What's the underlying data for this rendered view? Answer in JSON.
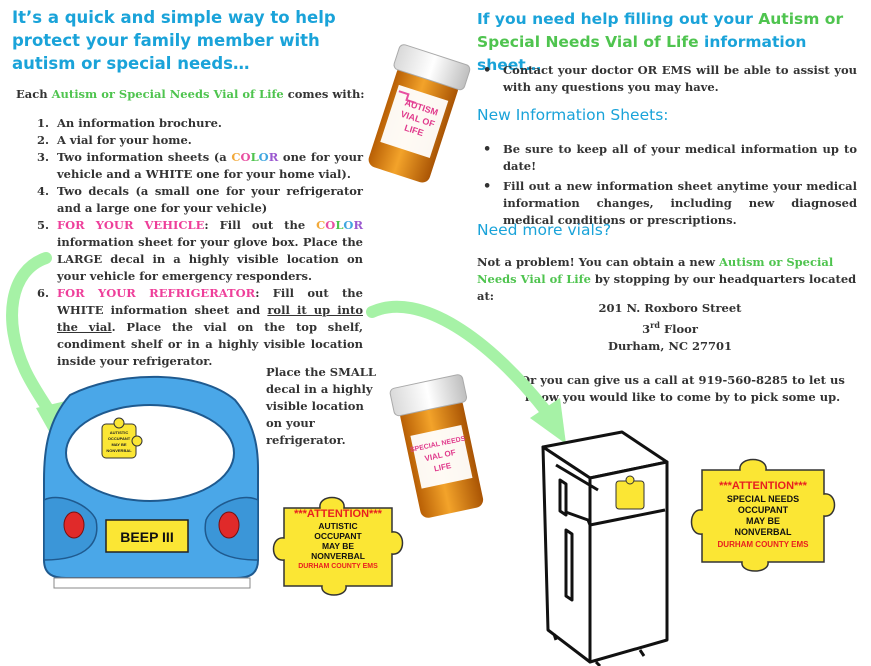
{
  "left": {
    "heading": "It’s a quick and simple way to help protect your family member with autism or special needs…",
    "intro_prefix": "Each ",
    "intro_highlight": "Autism or Special Needs Vial of Life",
    "intro_suffix": " comes with:",
    "steps": [
      {
        "num": "1.",
        "text": "An information brochure."
      },
      {
        "num": "2.",
        "text": "A vial for your home."
      },
      {
        "num": "3.",
        "text_a": "Two information sheets (a ",
        "color_word": [
          "C",
          "O",
          "L",
          "O",
          "R"
        ],
        "text_b": " one for your vehicle and a WHITE one for your home vial)."
      },
      {
        "num": "4.",
        "text": "Two decals (a small one for your refrigerator and a large one for your vehicle)"
      },
      {
        "num": "5.",
        "label": "FOR YOUR VEHICLE",
        "text_a": ": Fill out the ",
        "color_word": [
          "C",
          "O",
          "L",
          "O",
          "R"
        ],
        "text_b": " information sheet for your glove box.  Place the LARGE decal in a highly visible location on your vehicle for emergency responders."
      },
      {
        "num": "6.",
        "label": "FOR YOUR REFRIGERATOR",
        "text_a": ": Fill out the WHITE information sheet and ",
        "underlined": "roll it up into the vial",
        "text_b": ". Place the vial on the top shelf, condiment shelf or in a highly visible location inside your refrigerator."
      }
    ],
    "step6_cont": [
      "Place the SMALL",
      "decal in a highly",
      "visible location",
      "on your",
      "refrigerator."
    ],
    "rainbow_colors": [
      "#f2a93b",
      "#e84fa1",
      "#4fc44f",
      "#41a7e0",
      "#9b59d0"
    ]
  },
  "right": {
    "heading_a": "If you need help filling out your ",
    "heading_highlight": "Autism or Special Needs Vial of Life",
    "heading_b": " information sheet…",
    "help_bullets": [
      "Contact your doctor OR EMS will be able to assist you with any questions you may have."
    ],
    "new_sheets_title": "New Information Sheets:",
    "new_sheets_bullets": [
      "Be sure to keep all of your medical information up to date!",
      "Fill out a new information sheet anytime your medical information changes, including new diagnosed medical conditions or prescriptions."
    ],
    "more_vials_title": "Need more vials?",
    "more_a": "Not a problem!  You can obtain a new ",
    "more_highlight": "Autism or Special Needs Vial of Life",
    "more_b": " by stopping by our headquarters located at:",
    "address": [
      "201 N. Roxboro Street",
      "3rd Floor",
      "Durham, NC 27701"
    ],
    "address_floor_num": "3",
    "address_floor_sup": "rd",
    "address_floor_rest": " Floor",
    "call": "Or you can give us a call at 919-560-8285 to let us know you would like to come by to pick some up."
  },
  "bottle_top": {
    "lines": [
      "AUTISM",
      "VIAL OF",
      "LIFE"
    ]
  },
  "bottle_mid": {
    "lines": [
      "SPECIAL NEEDS",
      "VIAL OF",
      "LIFE"
    ]
  },
  "car": {
    "plate": "BEEP III",
    "decal_lines": [
      "AUTISTIC",
      "OCCUPANT",
      "MAY BE",
      "NONVERBAL"
    ]
  },
  "decal_autism": {
    "title": "***ATTENTION***",
    "lines": [
      "AUTISTIC",
      "OCCUPANT",
      "MAY BE",
      "NONVERBAL"
    ],
    "footer": "DURHAM COUNTY EMS"
  },
  "decal_special": {
    "title": "***ATTENTION***",
    "lines": [
      "SPECIAL NEEDS",
      "OCCUPANT",
      "MAY BE",
      "NONVERBAL"
    ],
    "footer": "DURHAM COUNTY EMS"
  },
  "colors": {
    "heading_blue": "#1aa3d9",
    "highlight_green": "#4fc44f",
    "pink": "#ee3f9a",
    "car_blue": "#4aa7e8",
    "decal_yellow": "#fbe634",
    "arrow_green": "#a6f2a6",
    "bottle_orange": "#e08a16"
  }
}
